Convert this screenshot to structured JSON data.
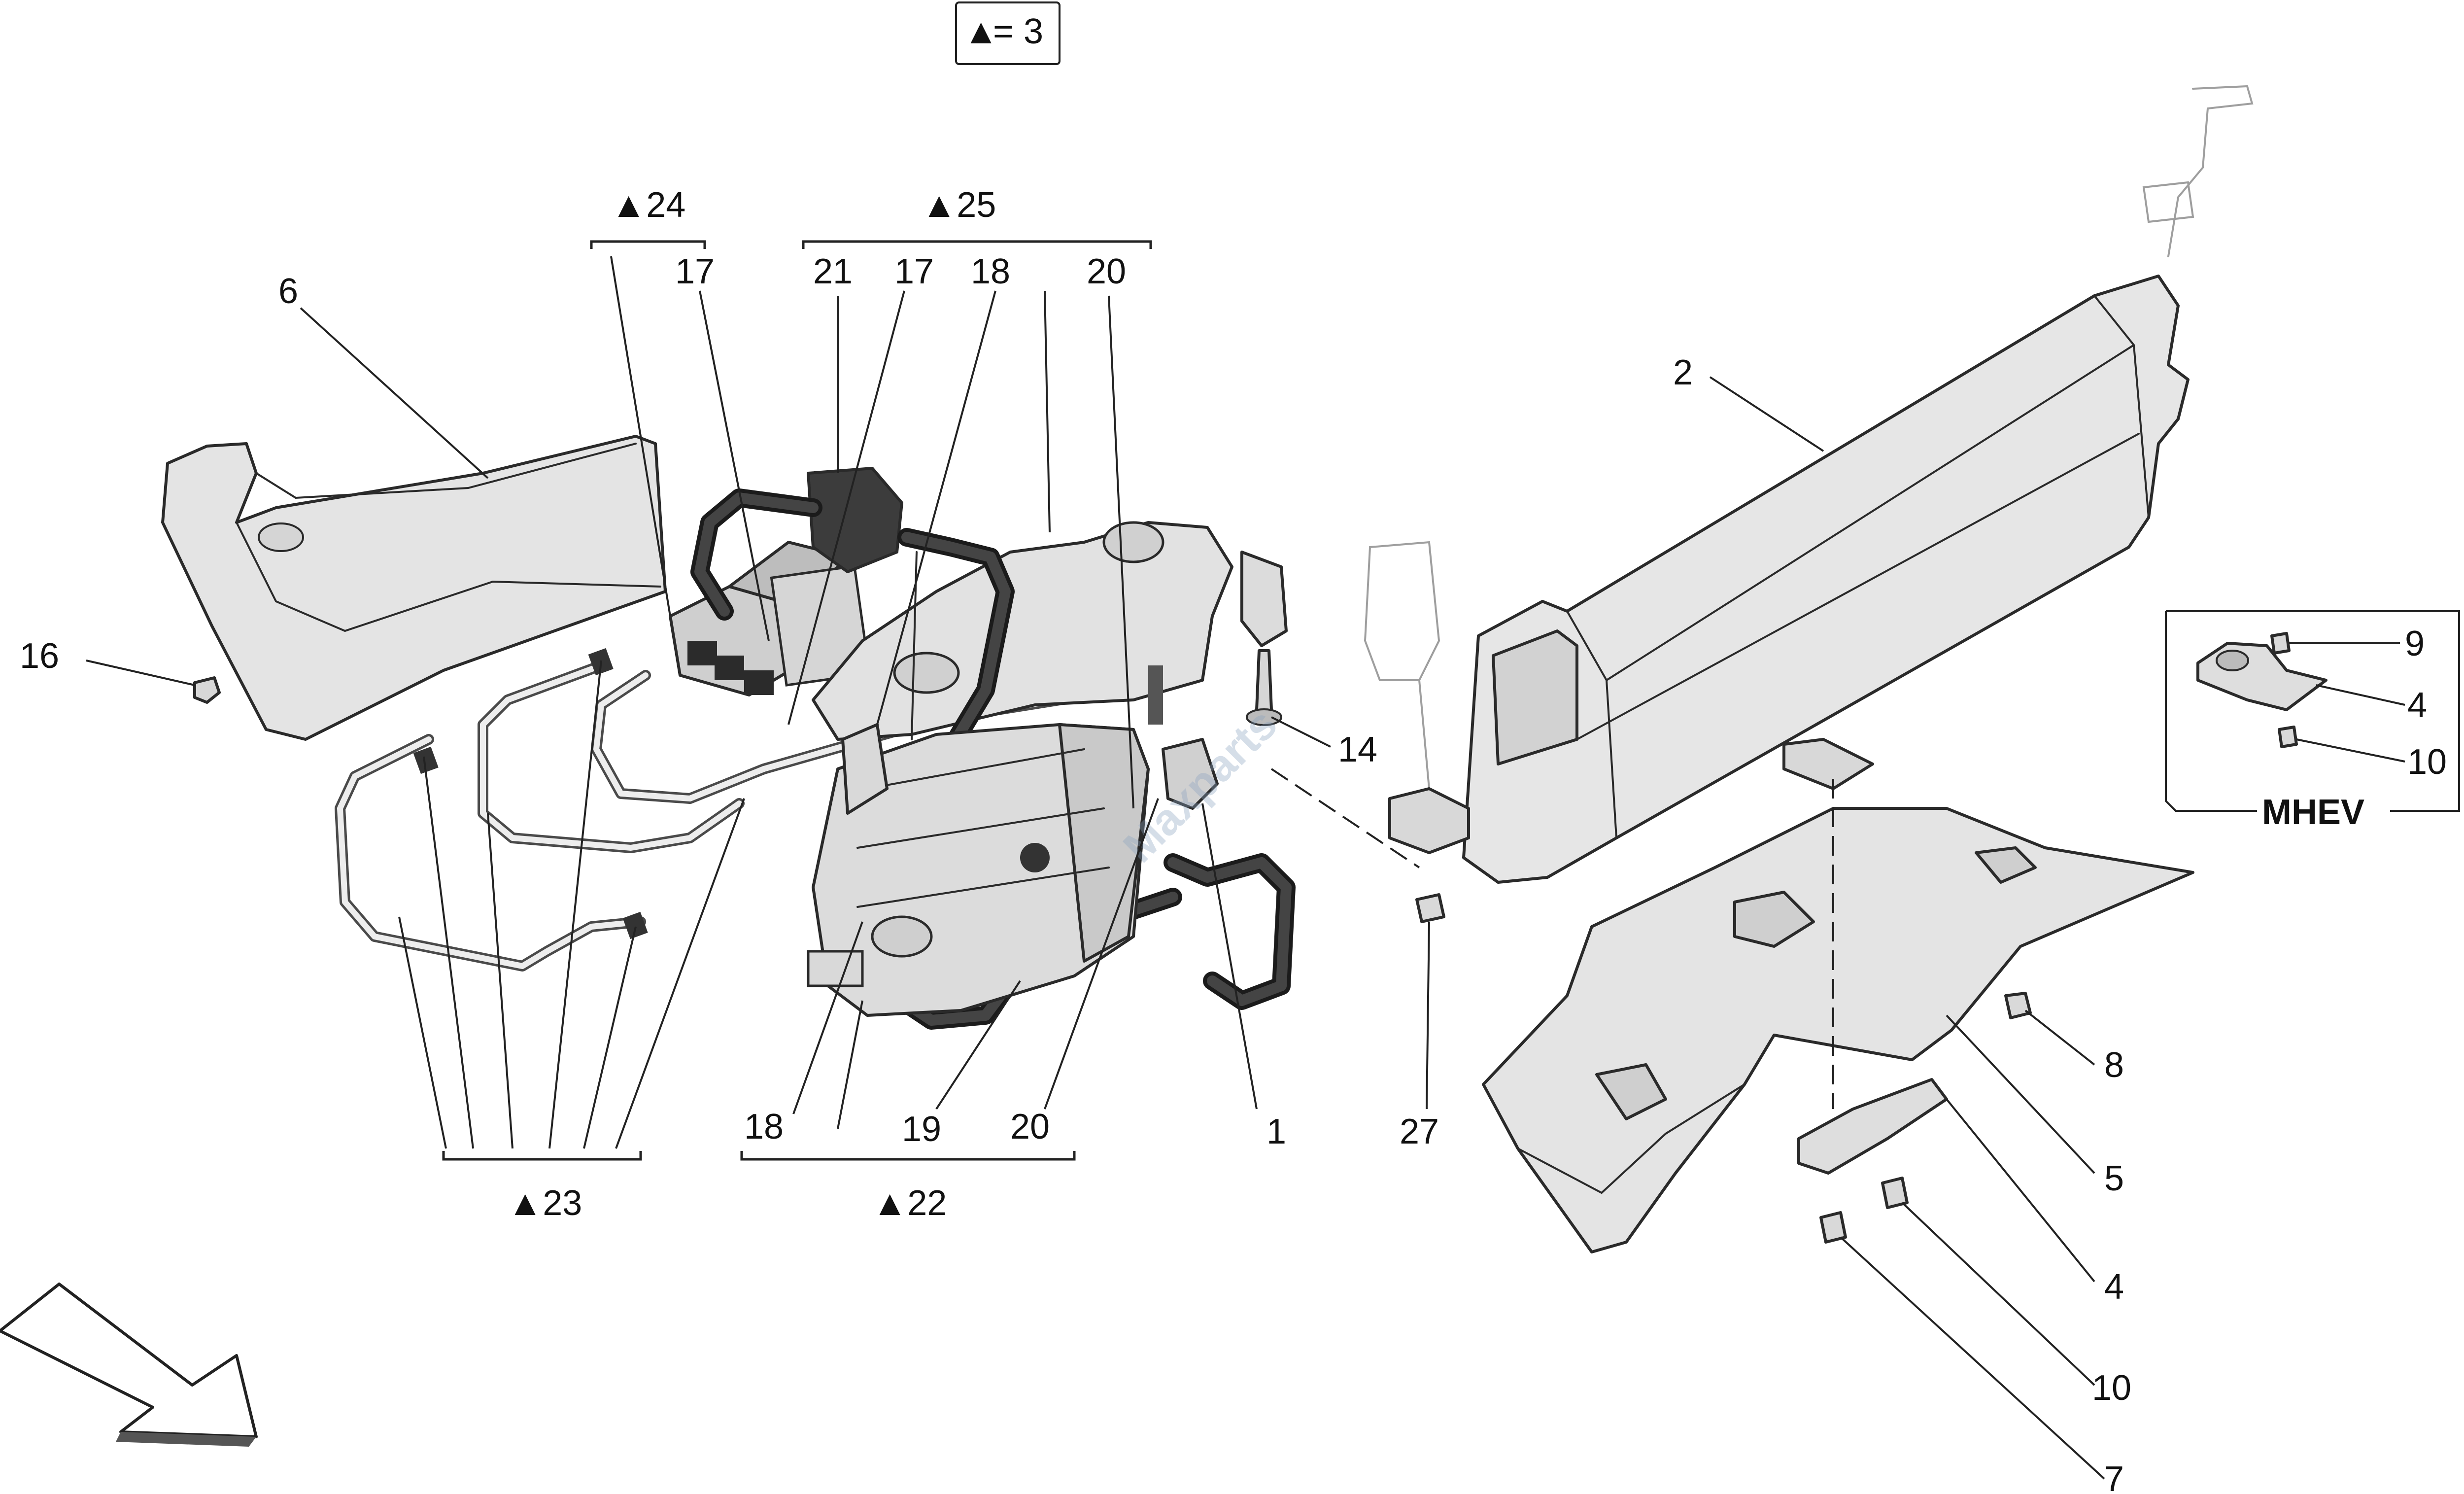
{
  "legend": {
    "symbol": "▲",
    "equals": "= 3"
  },
  "callouts": {
    "c1": "1",
    "c2": "2",
    "c4a": "4",
    "c4b": "4",
    "c5": "5",
    "c6": "6",
    "c7": "7",
    "c8": "8",
    "c9": "9",
    "c10a": "10",
    "c10b": "10",
    "c14": "14",
    "c16": "16",
    "c17a": "17",
    "c17b": "17",
    "c18a": "18",
    "c18b": "18",
    "c19": "19",
    "c20a": "20",
    "c20b": "20",
    "c21": "21",
    "c27": "27"
  },
  "groups": {
    "g22": "▲22",
    "g23": "▲23",
    "g24": "▲24",
    "g25": "▲25"
  },
  "inset": {
    "label": "MHEV"
  },
  "watermark": {
    "text": "Maxparts"
  },
  "colors": {
    "part_fill": "#e2e2e2",
    "part_shade": "#cfcfcf",
    "line": "#222222",
    "watermark": "#8aa2c0"
  },
  "icons": {
    "direction": "direction-arrow-icon"
  }
}
